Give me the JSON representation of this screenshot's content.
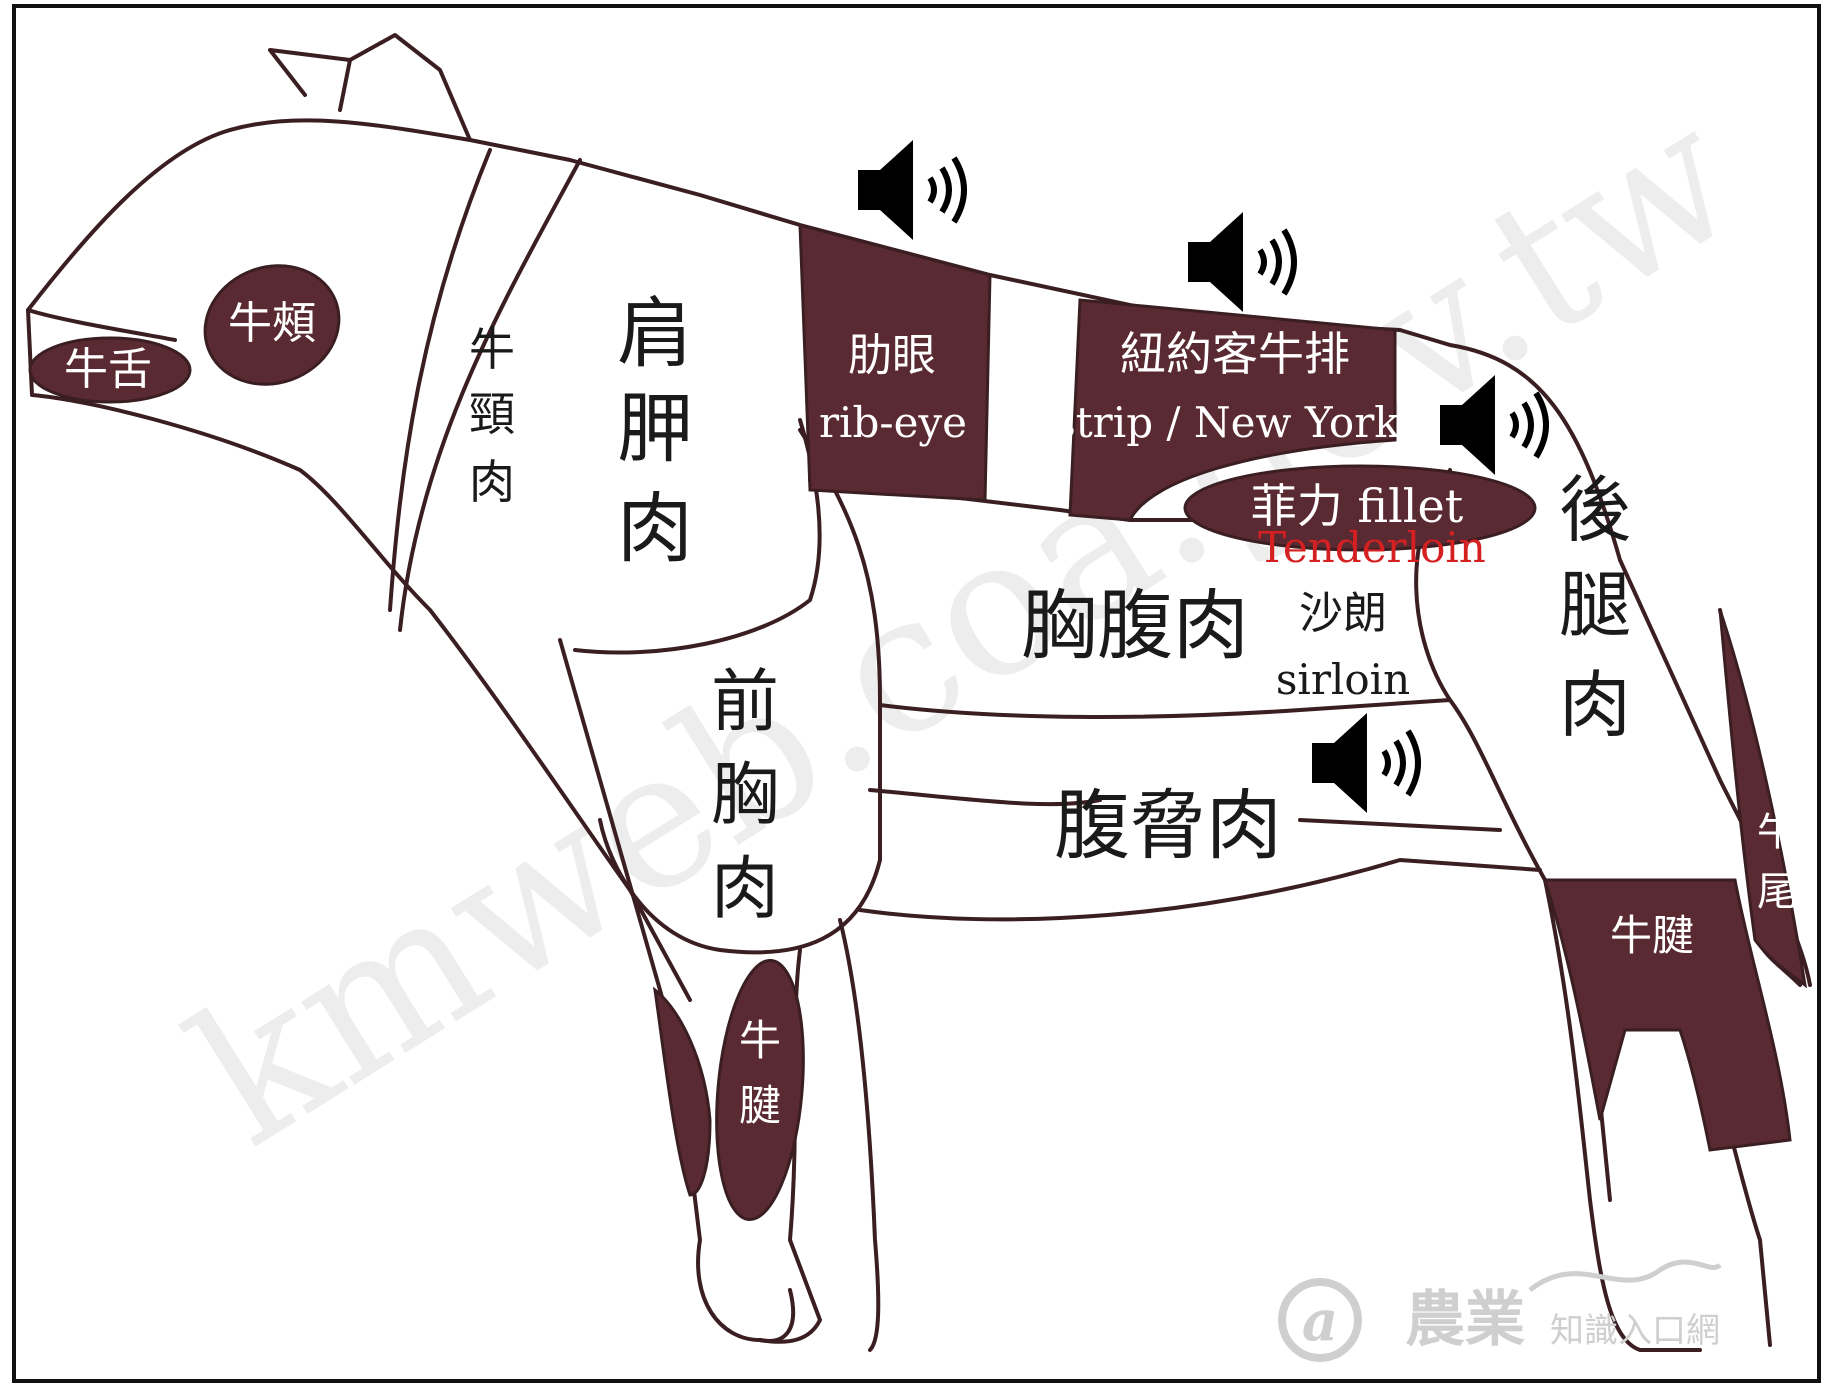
{
  "colors": {
    "meat": "#5a2a32",
    "outline": "#3a1e22",
    "label_on_dark": "#ffffff",
    "label_on_light": "#1a1a1a",
    "tenderloin_red": "#d42020",
    "watermark": "#e8e8e8",
    "logo": "#cfcfcf"
  },
  "cuts": {
    "tongue": "牛舌",
    "cheek": "牛頰",
    "neck": [
      "牛",
      "頸",
      "肉"
    ],
    "chuck": [
      "肩",
      "胛",
      "肉"
    ],
    "ribeye_zh": "肋眼",
    "ribeye_en": "rib-eye",
    "strip_zh": "紐約客牛排",
    "strip_en": "strip / New York",
    "fillet": "菲力 fillet",
    "tenderloin": "Tenderloin",
    "brisket_plate": "胸腹肉",
    "sirloin_zh": "沙朗",
    "sirloin_en": "sirloin",
    "flank": "腹脅肉",
    "fore_brisket": [
      "前",
      "胸",
      "肉"
    ],
    "round": [
      "後",
      "腿",
      "肉"
    ],
    "fore_shank": [
      "牛",
      "腱"
    ],
    "hind_shank": "牛腱",
    "tail": [
      "牛",
      "尾"
    ]
  },
  "icons": [
    "speaker-icon",
    "speaker-icon",
    "speaker-icon",
    "speaker-icon"
  ],
  "watermark": "kmweb.coa.gov.tw",
  "logo": {
    "mark": "a",
    "big_text": "農業",
    "small_text": "知識入口網"
  }
}
